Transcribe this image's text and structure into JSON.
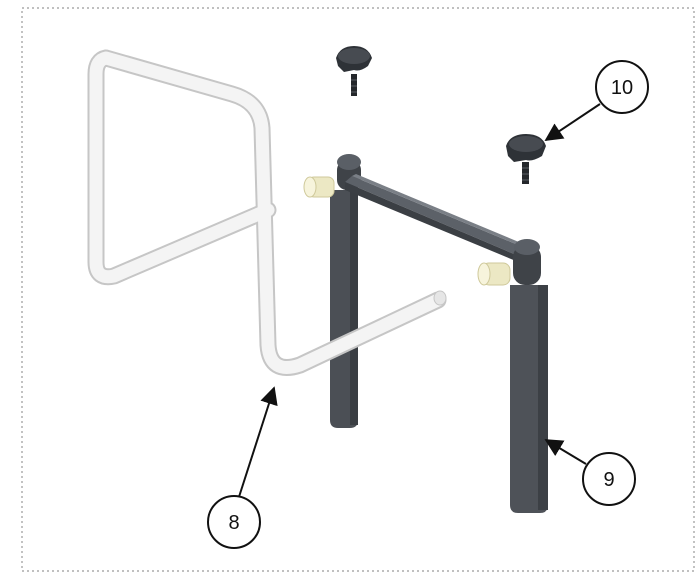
{
  "callouts": {
    "c8": "8",
    "c9": "9",
    "c10": "10"
  },
  "colors": {
    "frame_border": "#9a9a9a",
    "rail_fill": "#f4f4f4",
    "rail_outline": "#c6c6c6",
    "bracket_dark": "#4b4f55",
    "bracket_light": "#6b7077",
    "bushing": "#ece8c4",
    "knob": "#2e3237"
  },
  "icons": {
    "part8": "handrail-tube",
    "part9": "mounting-bracket",
    "part10": "thumb-knob"
  }
}
